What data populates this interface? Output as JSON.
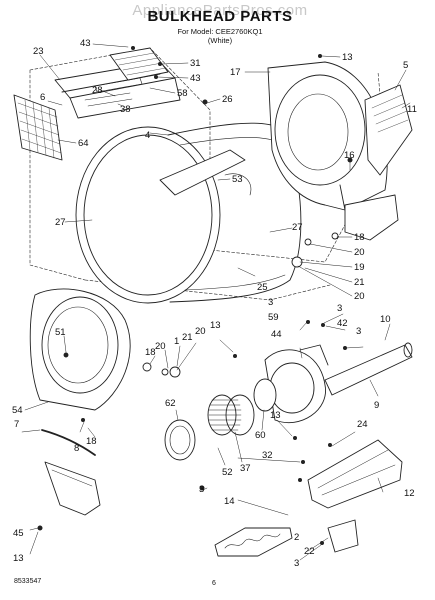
{
  "watermark": "AppliancePartsPros.com",
  "title": "BULKHEAD PARTS",
  "model_line": "For Model: CEE2760KQ1",
  "variant": "(White)",
  "footer_code": "8533547",
  "page_number": "6",
  "callouts": [
    "43",
    "31",
    "43",
    "28",
    "58",
    "38",
    "23",
    "6",
    "64",
    "17",
    "13",
    "5",
    "11",
    "26",
    "4",
    "53",
    "16",
    "27",
    "27",
    "18",
    "20",
    "19",
    "21",
    "20",
    "25",
    "51",
    "18",
    "20",
    "1",
    "21",
    "20",
    "13",
    "3",
    "59",
    "44",
    "3",
    "42",
    "10",
    "3",
    "9",
    "54",
    "7",
    "8",
    "18",
    "62",
    "52",
    "37",
    "60",
    "13",
    "24",
    "32",
    "3",
    "14",
    "12",
    "22",
    "2",
    "45",
    "13",
    "3"
  ]
}
